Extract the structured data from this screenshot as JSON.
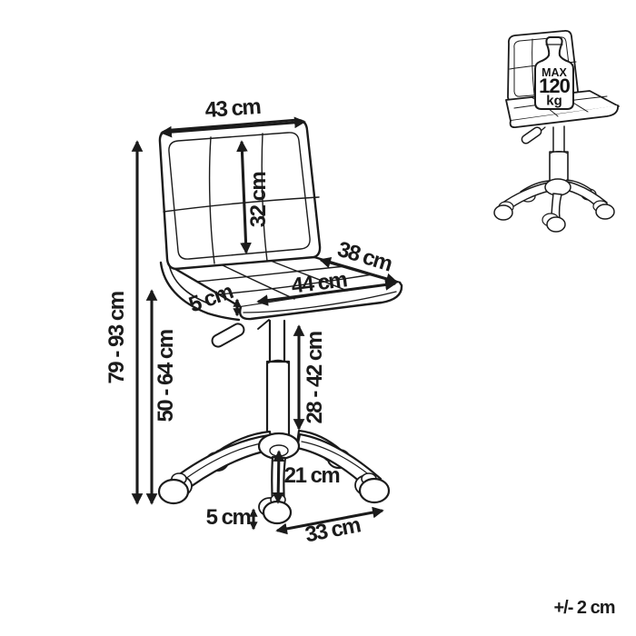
{
  "figure": {
    "type": "product-dimension-diagram",
    "subject": "height-adjustable swivel office chair",
    "units": "cm"
  },
  "dimensions": {
    "backrest_width": "43 cm",
    "backrest_height": "32 cm",
    "seat_depth": "38 cm",
    "seat_width": "44 cm",
    "seat_thickness": "5 cm",
    "total_height": "79 - 93 cm",
    "floor_to_seat_height": "50 - 64 cm",
    "column_height": "28 - 42 cm",
    "base_center_height": "21 cm",
    "caster_height": "5 cm",
    "base_leg_span": "33 cm"
  },
  "tolerance_note": "+/- 2 cm",
  "weight_limit": {
    "label_max": "MAX",
    "value": "120",
    "unit": "kg"
  },
  "colors": {
    "line": "#1b1b1b",
    "background": "#ffffff"
  },
  "icons": {
    "main_chair": "swivel-chair-line-drawing",
    "mini_chair": "swivel-chair-line-drawing-small",
    "weight": "max-load-weight-icon"
  }
}
